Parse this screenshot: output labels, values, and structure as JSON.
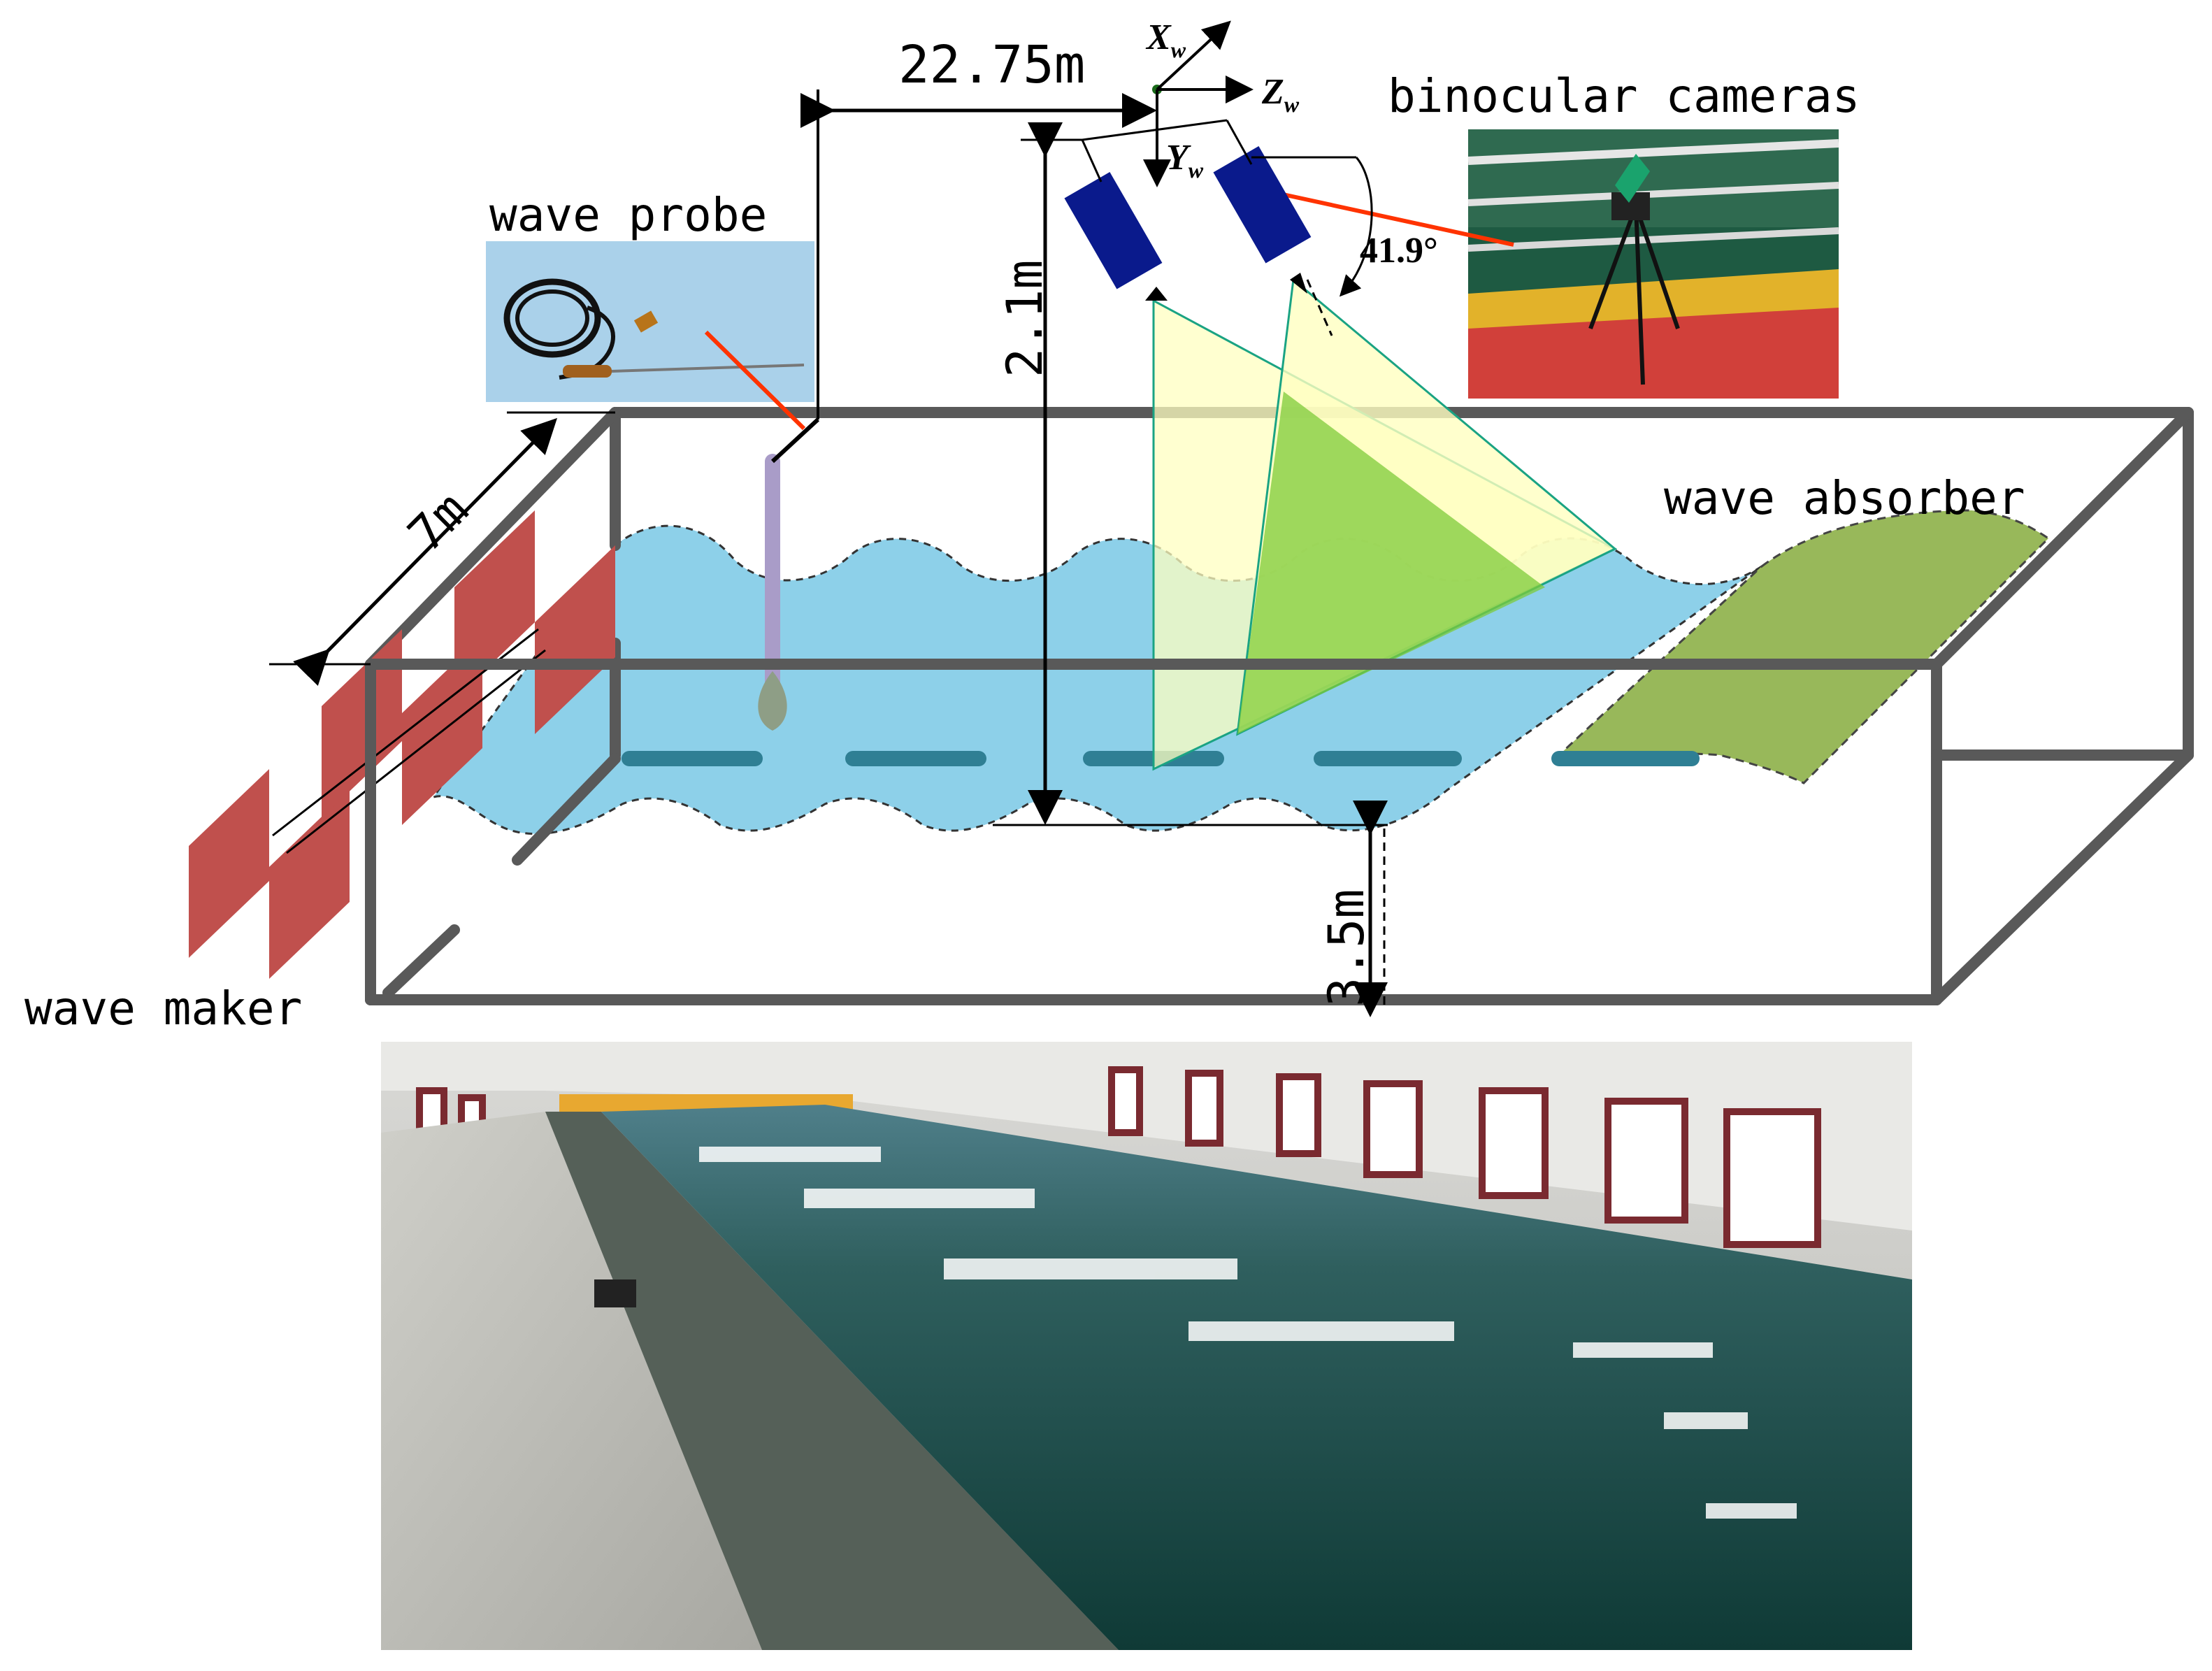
{
  "labels": {
    "wave_probe": "wave probe",
    "binocular_cameras": "binocular cameras",
    "wave_absorber": "wave absorber",
    "wave_maker": "wave maker"
  },
  "dimensions": {
    "probe_to_camera": "22.75m",
    "tank_width": "7m",
    "camera_height": "2.1m",
    "water_depth": "3.5m",
    "tilt_angle": "41.9°"
  },
  "axes": {
    "x": {
      "symbol": "X",
      "sub": "w"
    },
    "y": {
      "symbol": "Y",
      "sub": "w"
    },
    "z": {
      "symbol": "Z",
      "sub": "w"
    }
  },
  "colors": {
    "tank_frame": "#595959",
    "water": "#87cde8",
    "absorber": "#98b85a",
    "camera": "#0a1a8c",
    "fov": "#ffffc0",
    "fov_overlap": "#7ecb3a",
    "wave_maker_paddle": "#c0504d",
    "pointer_line": "#ff3300",
    "probe_rod": "#a99cc8"
  },
  "photos": {
    "wave_probe_photo": "photo of wave probe sensor with cable",
    "camera_photo": "photo of binocular cameras on tripod at tank rail",
    "tank_photo": "photo of wave tank with water"
  }
}
